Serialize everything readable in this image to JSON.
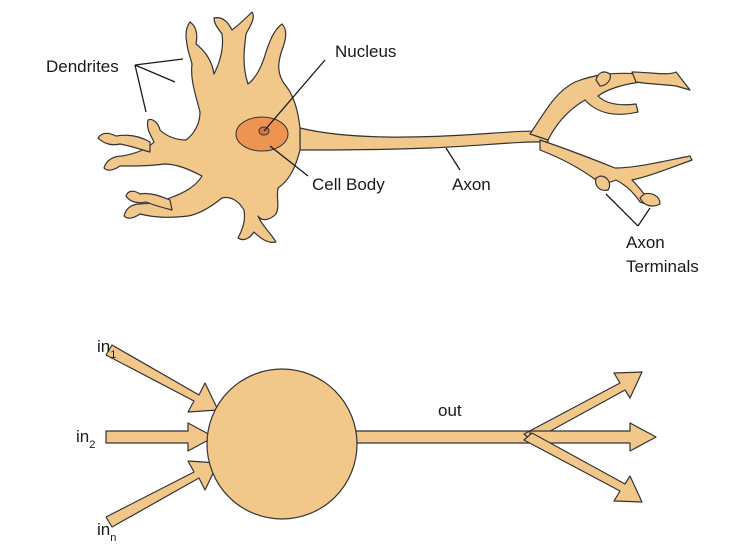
{
  "colors": {
    "cell": "#F2C78A",
    "outline": "#333333",
    "nucleus_outer": "#EE9452",
    "nucleus_inner": "#D9743A",
    "text": "#1a1a1a"
  },
  "neuron": {
    "dendrites_label": "Dendrites",
    "nucleus_label": "Nucleus",
    "cell_body_label": "Cell Body",
    "axon_label": "Axon",
    "axon_terminals_label_line1": "Axon",
    "axon_terminals_label_line2": "Terminals"
  },
  "model": {
    "inputs": [
      {
        "base": "in",
        "sub": "1"
      },
      {
        "base": "in",
        "sub": "2"
      },
      {
        "base": "in",
        "sub": "n"
      }
    ],
    "output_label": "out"
  }
}
